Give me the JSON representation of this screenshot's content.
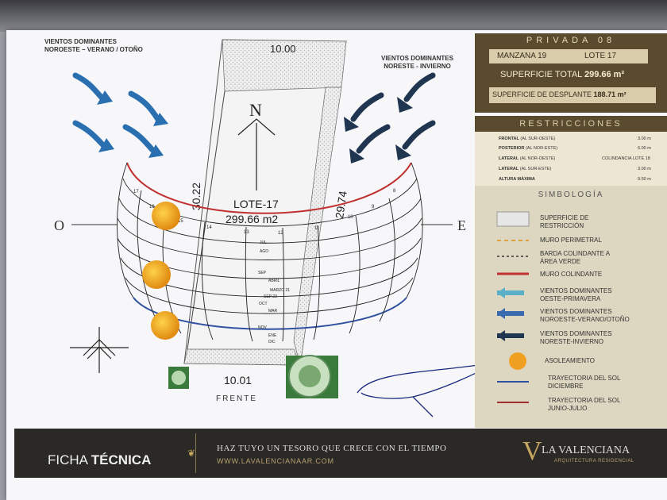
{
  "winds_left": {
    "line1": "VIENTOS DOMINANTES",
    "line2": "NOROESTE – VERANO / OTOÑO"
  },
  "winds_right": {
    "line1": "VIENTOS DOMINANTES",
    "line2": "NORESTE - INVIERNO"
  },
  "lot": {
    "name": "LOTE-17",
    "area": "299.66 m2",
    "back_width": "10.00",
    "front_width": "10.01",
    "left_depth": "30.22",
    "right_depth": "29.74",
    "front_label": "FRENTE"
  },
  "compass": {
    "north": "N",
    "west": "O",
    "east": "E"
  },
  "sun_path": {
    "hours_top": [
      "17",
      "16",
      "15",
      "14",
      "13",
      "12",
      "11",
      "10",
      "9",
      "8"
    ],
    "months": [
      "JUL",
      "AGO",
      "SEP",
      "ABRIL",
      "MARZO 21",
      "SEP 23",
      "OCT",
      "MAR",
      "NOV",
      "ENE",
      "DIC"
    ]
  },
  "info": {
    "privada": "PRIVADA 08",
    "manzana_label": "MANZANA",
    "manzana": "19",
    "lote_label": "LOTE",
    "lote": "17",
    "sup_total_label": "SUPERFICIE TOTAL",
    "sup_total": "299.66 m²",
    "sup_desplante_label": "SUPERFICIE DE DESPLANTE",
    "sup_desplante": "188.71 m²"
  },
  "restricciones": {
    "title": "RESTRICCIONES",
    "rows": [
      {
        "label": "FRONTAL",
        "note": "(AL SUR-OESTE)",
        "value": "3.00 m"
      },
      {
        "label": "POSTERIOR",
        "note": "(AL NOR-ESTE)",
        "value": "6.00 m"
      },
      {
        "label": "LATERAL",
        "note": "(AL NOR-OESTE)",
        "value": "COLINDANCIA LOTE 18"
      },
      {
        "label": "LATERAL",
        "note": "(AL SUR-ESTE)",
        "value": "3.00 m"
      },
      {
        "label": "ALTURA MÁXIMA",
        "note": "",
        "value": "9.50 m"
      }
    ]
  },
  "simbologia": {
    "title": "SIMBOLOGÍA",
    "items": [
      "SUPERFICIE DE\nRESTRICCIÓN",
      "MURO PERIMETRAL",
      "BARDA COLINDANTE A\nÁREA VERDE",
      "MURO COLINDANTE",
      "VIENTOS DOMINANTES\nOESTE-PRIMAVERA",
      "VIENTOS DOMINANTES\nNOROESTE-VERANO/OTOÑO",
      "VIENTOS DOMINANTES\nNORESTE-INVIERNO",
      "ASOLEAMIENTO",
      "TRAYECTORIA DEL SOL\nDICIEMBRE",
      "TRAYECTORIA DEL SOL\nJUNIO-JULIO"
    ]
  },
  "footer": {
    "ficha": "FICHA",
    "tecnica": "TÉCNICA",
    "slogan": "HAZ TUYO UN TESORO QUE CRECE CON EL TIEMPO",
    "url": "WWW.LAVALENCIANAAR.COM",
    "brand": "LA VALENCIANA",
    "brand_sub": "ARQUITECTURA RESIDENCIAL"
  },
  "colors": {
    "gold": "#5a4b2f",
    "sun": "#f0a020",
    "wind_blue": "#2a6fb0",
    "wind_dark": "#1f3550",
    "red_line": "#c03030",
    "blue_line": "#3050a0"
  }
}
